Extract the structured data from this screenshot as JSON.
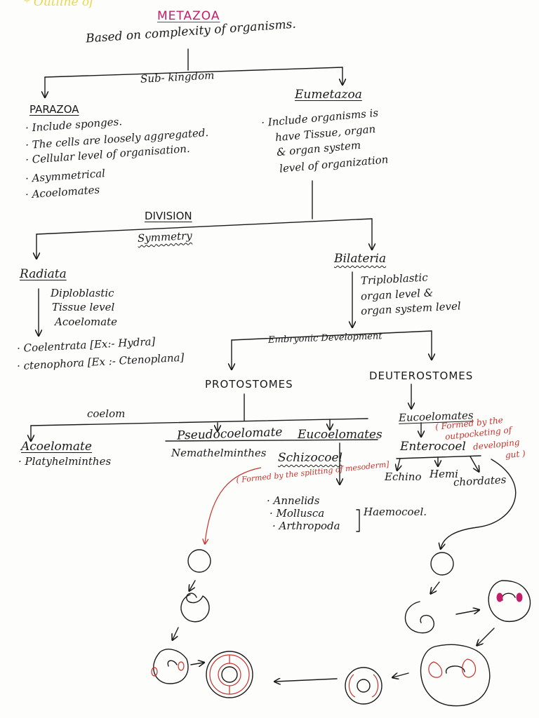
{
  "header_note": "* Outline of",
  "metazoa": {
    "title": "METAZOA",
    "basis": "Based on complexity of organisms."
  },
  "subkingdom_label": "Sub- kingdom",
  "parazoa": {
    "title": "PARAZOA",
    "points": [
      "· Include sponges.",
      "· The cells are loosely aggregated.",
      "· Cellular level of organisation.",
      "· Asymmetrical",
      "· Acoelomates"
    ]
  },
  "eumetazoa": {
    "title": "Eumetazoa",
    "points": [
      "· Include organisms is",
      "have Tissue, organ",
      "& organ system",
      "level of organization"
    ]
  },
  "division": {
    "title": "DIVISION",
    "basis": "Symmetry"
  },
  "radiata": {
    "title": "Radiata",
    "traits": [
      "Diploblastic",
      "Tissue level",
      "Acoelomate"
    ],
    "examples": [
      "· Coelentrata [Ex:- Hydra]",
      "· ctenophora [Ex :- Ctenoplana]"
    ]
  },
  "bilateria": {
    "title": "Bilateria",
    "traits": [
      "Triploblastic",
      "organ level &",
      "organ system level"
    ],
    "basis": "Embryonic Development"
  },
  "protostomes": {
    "title": "PROTOSTOMES",
    "basis": "coelom",
    "acoelomate": {
      "title": "Acoelomate",
      "example": "· Platyhelminthes"
    },
    "pseudocoelomate": {
      "title": "Pseudocoelomate",
      "example": "Nemathelminthes"
    },
    "eucoelomates": {
      "title": "Eucoelomates",
      "type": "Schizocoel",
      "note": "( Formed by the splitting of mesoderm]",
      "examples": [
        "· Annelids",
        "· Mollusca",
        "· Arthropoda"
      ],
      "bracket_label": "Haemocoel."
    }
  },
  "deuterostomes": {
    "title": "DEUTEROSTOMES",
    "eucoelomates": "Eucoelomates",
    "type": "Enterocoel",
    "note_lines": [
      "( Formed by the",
      "outpocketing of",
      "developing",
      "gut )"
    ],
    "groups": [
      "Echino",
      "Hemi",
      "chordates"
    ]
  },
  "colors": {
    "ink": "#1a1a1a",
    "red_ink": "#c8322b",
    "magenta": "#c21e6a",
    "highlight": "#f2e35a"
  }
}
